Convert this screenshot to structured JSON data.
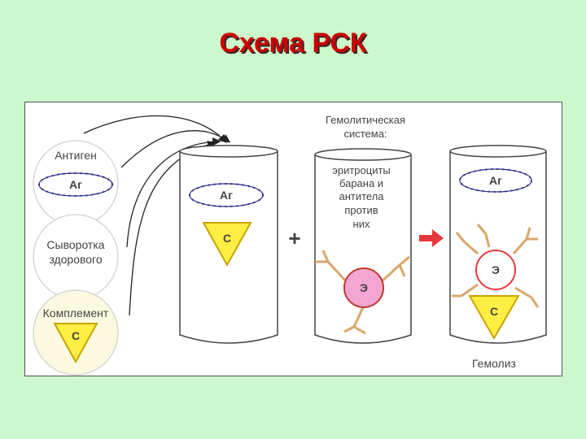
{
  "title": "Схема РСК",
  "left": {
    "antigen_label": "Антиген",
    "antigen_symbol": "Аг",
    "serum_label_1": "Сыворотка",
    "serum_label_2": "здорового",
    "complement_label": "Комплемент",
    "complement_symbol": "С"
  },
  "tube1": {
    "antigen_symbol": "Аг",
    "complement_symbol": "С"
  },
  "plus_sign": "+",
  "hemolytic": {
    "header_1": "Гемолитическая",
    "header_2": "система:",
    "text_1": "эритроциты",
    "text_2": "барана и",
    "text_3": "антитела",
    "text_4": "против",
    "text_5": "них",
    "erythrocyte_symbol": "Э"
  },
  "tube3": {
    "antigen_symbol": "Аг",
    "erythrocyte_symbol": "Э",
    "complement_symbol": "С",
    "result_label": "Гемолиз"
  },
  "colors": {
    "title": "#cc0000",
    "background": "#ccf7cc",
    "antigen_ring": "#2a2a8a",
    "complement_fill": "#ffee44",
    "arrow_red": "#e8383d",
    "erythrocyte_fill": "#f3a6d2",
    "antibody": "#d9a66b"
  }
}
